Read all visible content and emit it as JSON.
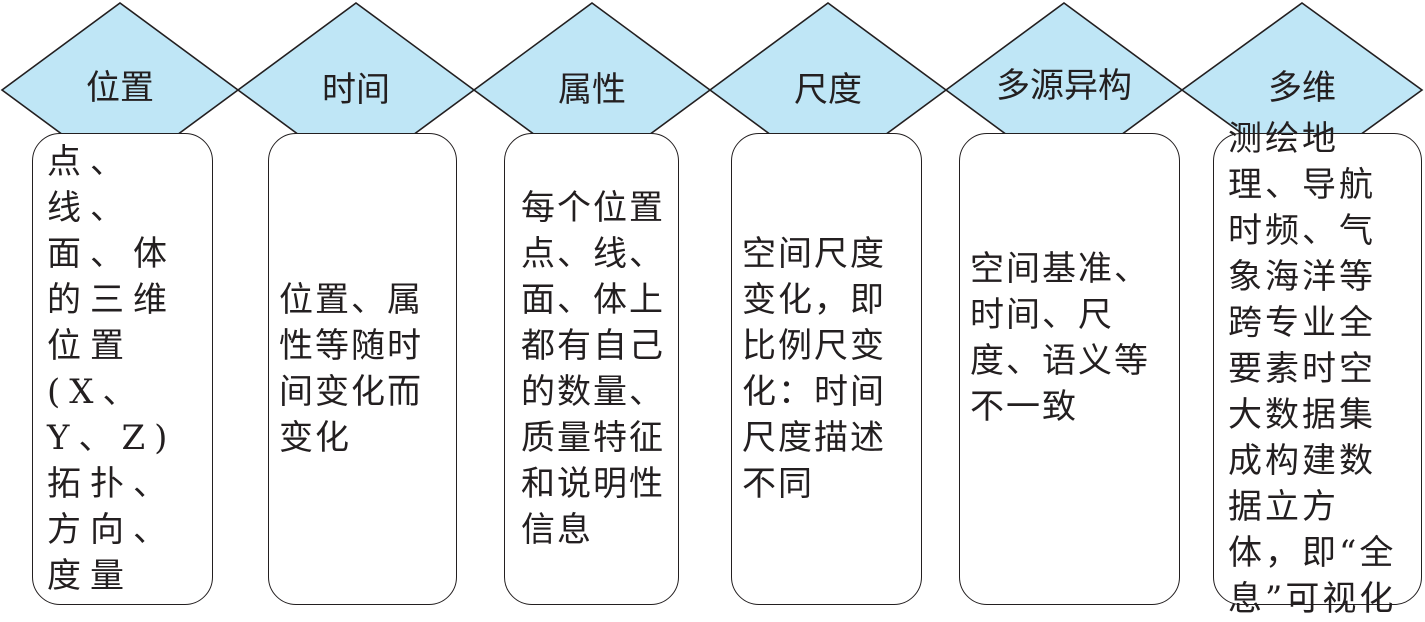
{
  "colors": {
    "diamond_fill": "#bfe6f6",
    "stroke": "#231f20"
  },
  "categories": [
    {
      "title": "位置",
      "description": "点、线、面、体的三维位置(X、Y、Z)拓扑、方向、度量"
    },
    {
      "title": "时间",
      "description": "位置、属性等随时间变化而变化"
    },
    {
      "title": "属性",
      "description": "每个位置点、线、面、体上都有自己的数量、质量特征和说明性信息"
    },
    {
      "title": "尺度",
      "description": "空间尺度变化，即比例尺变化：时间尺度描述不同"
    },
    {
      "title": "多源异构",
      "description": "空间基准、时间、尺度、语义等不一致"
    },
    {
      "title": "多维",
      "description": "测绘地理、导航时频、气象海洋等跨专业全要素时空大数据集成构建数据立方体，即“全息”可视化"
    }
  ]
}
